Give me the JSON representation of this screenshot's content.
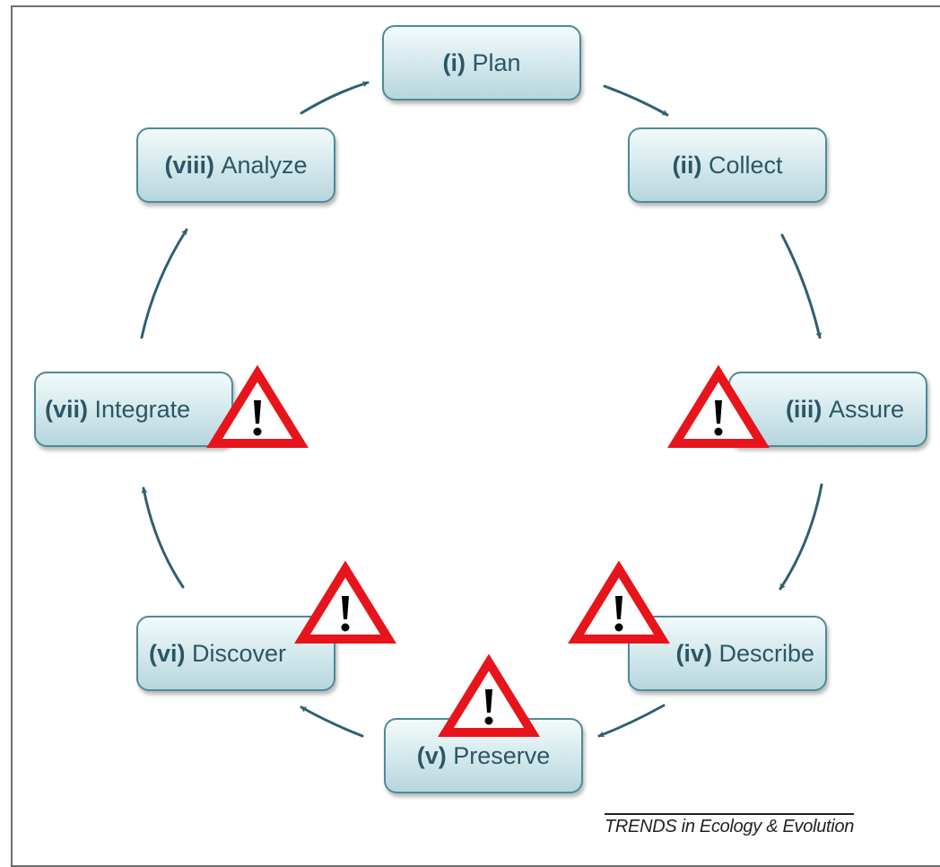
{
  "diagram": {
    "stages": [
      {
        "id": "plan",
        "numeral": "(i)",
        "label": "Plan",
        "warning": false
      },
      {
        "id": "collect",
        "numeral": "(ii)",
        "label": "Collect",
        "warning": false
      },
      {
        "id": "assure",
        "numeral": "(iii)",
        "label": "Assure",
        "warning": true
      },
      {
        "id": "describe",
        "numeral": "(iv)",
        "label": "Describe",
        "warning": true
      },
      {
        "id": "preserve",
        "numeral": "(v)",
        "label": "Preserve",
        "warning": true
      },
      {
        "id": "discover",
        "numeral": "(vi)",
        "label": "Discover",
        "warning": true
      },
      {
        "id": "integrate",
        "numeral": "(vii)",
        "label": "Integrate",
        "warning": true
      },
      {
        "id": "analyze",
        "numeral": "(viii)",
        "label": "Analyze",
        "warning": false
      }
    ],
    "flow": "clockwise",
    "warning_icon": "warning-triangle-icon",
    "colors": {
      "box_border": "#4f8a98",
      "box_text": "#2c5665",
      "arrow": "#2f6070",
      "warning": "#e8141c"
    }
  },
  "credit": "TRENDS in Ecology & Evolution"
}
